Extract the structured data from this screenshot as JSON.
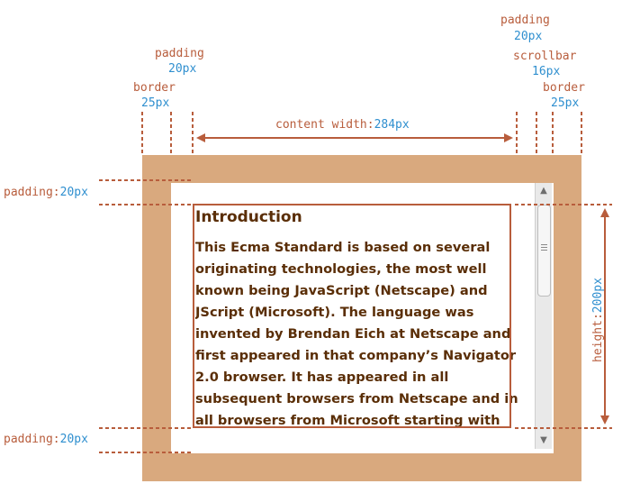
{
  "labels": {
    "padding_left": {
      "key": "padding",
      "value": "20px"
    },
    "border_left": {
      "key": "border",
      "value": "25px"
    },
    "padding_right": {
      "key": "padding",
      "value": "20px"
    },
    "scrollbar_right": {
      "key": "scrollbar",
      "value": "16px"
    },
    "border_right": {
      "key": "border",
      "value": "25px"
    },
    "content_width": {
      "key": "content width:",
      "value": "284px"
    },
    "padding_top": {
      "key": "padding:",
      "value": "20px"
    },
    "padding_bottom": {
      "key": "padding:",
      "value": "20px"
    },
    "height": {
      "key": "height:",
      "value": "200px"
    }
  },
  "content": {
    "title": "Introduction",
    "paragraph": "This Ecma Standard is based on several originating technologies, the most well known being JavaScript (Netscape) and JScript (Microsoft). The language was invented by Brendan Eich at Netscape and first appeared in that company’s Navigator 2.0 browser. It has appeared in all subsequent browsers from Netscape and in all browsers from Microsoft starting with"
  },
  "colors": {
    "border": "#d9a97e",
    "annotation": "#b85d3c",
    "value_text": "#2f8fcf",
    "content_text": "#5a2e07"
  },
  "icons": {
    "scroll_up": "triangle-up-icon",
    "scroll_down": "triangle-down-icon",
    "scroll_grip": "grip-icon"
  }
}
